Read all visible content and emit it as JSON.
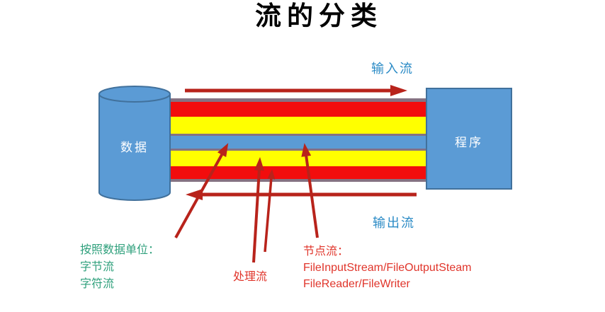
{
  "title": "流的分类",
  "source": {
    "label": "数据"
  },
  "program": {
    "label": "程序"
  },
  "flows": {
    "input_label": "输入流",
    "output_label": "输出流"
  },
  "annotations": {
    "by_data_unit": {
      "heading": "按照数据单位：",
      "items": [
        "字节流",
        "字符流"
      ]
    },
    "processing_label": "处理流",
    "node_stream": {
      "heading": "节点流：",
      "lines": [
        "FileInputStream/FileOutputSteam",
        "FileReader/FileWriter"
      ]
    }
  },
  "colors": {
    "band_red": "#F20D0D",
    "band_yellow": "#FFFF00",
    "band_blue": "#5B9BD5",
    "band_border": "#857282",
    "shape_fill": "#5B9BD5",
    "shape_border": "#41719C",
    "arrow": "#B8231B",
    "flow_label_blue": "#2B8BC6",
    "annotation_green": "#2FA07C",
    "annotation_red": "#E0352B",
    "title_color": "#000000"
  }
}
